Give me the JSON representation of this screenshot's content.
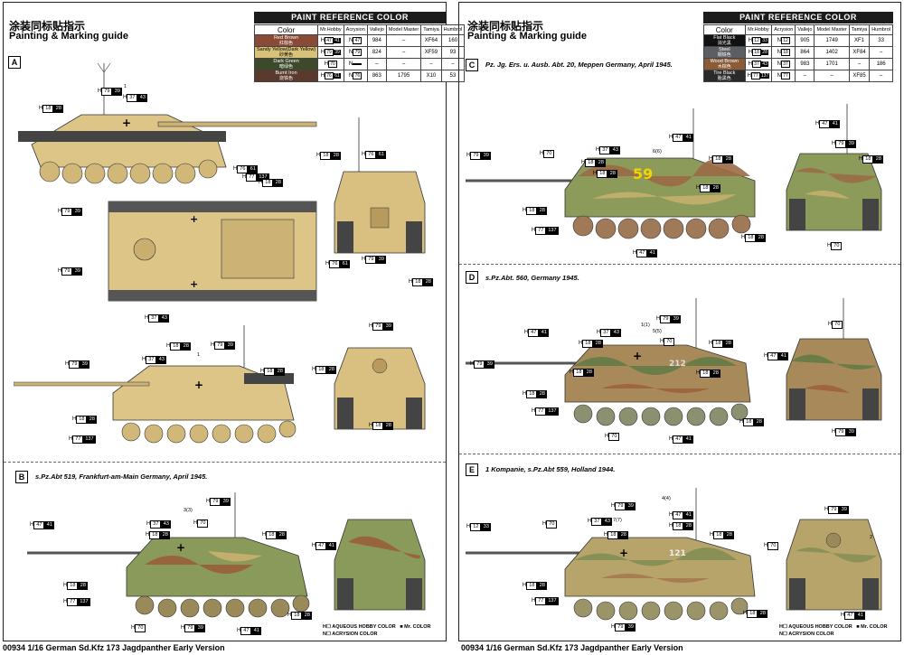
{
  "left": {
    "title_cn": "涂装同标贴指示",
    "title_en": "Painting & Marking guide",
    "footer": "00934 1/16 German Sd.Kfz 173 Jagdpanther Early Version",
    "paint_table": {
      "header": "PAINT  REFERENCE COLOR",
      "columns": [
        "Color",
        "Mr.Hobby",
        "Acrysion",
        "Vallejo",
        "Model Master",
        "Tamiya",
        "Humbrol"
      ],
      "rows": [
        {
          "name": "Red Brown",
          "cn": "红棕色",
          "color": "#8a4a36",
          "text_color": "#fff",
          "hobby": "47",
          "acry": "47",
          "vallejo": "984",
          "mm": "–",
          "tamiya": "XF64",
          "humbrol": "160"
        },
        {
          "name": "Sandy Yellow(Dark Yellow)",
          "cn": "砂黄色",
          "color": "#d8c27a",
          "text_color": "#000",
          "hobby": "79",
          "acry": "79",
          "vallejo": "824",
          "mm": "–",
          "tamiya": "XF59",
          "humbrol": "93"
        },
        {
          "name": "Dark Green",
          "cn": "暗绿色",
          "color": "#3d4a2a",
          "text_color": "#fff",
          "hobby": "70",
          "acry": "",
          "vallejo": "–",
          "mm": "–",
          "tamiya": "–",
          "humbrol": "–"
        },
        {
          "name": "Burnt Iron",
          "cn": "烧铁色",
          "color": "#5a3a2c",
          "text_color": "#fff",
          "hobby": "76",
          "acry": "76",
          "vallejo": "863",
          "mm": "1795",
          "tamiya": "X10",
          "humbrol": "53"
        }
      ]
    },
    "sections": [
      {
        "letter": "A",
        "caption": ""
      },
      {
        "letter": "B",
        "caption": "s.Pz.Abt 519, Frankfurt-am-Main Germany, April 1945."
      }
    ],
    "legend": {
      "hobby": "H☐ AQUEOUS HOBBY COLOR",
      "mr": "■ Mr. COLOR",
      "acry": "N☐ ACRYSION COLOR"
    }
  },
  "right": {
    "title_cn": "涂装同标贴指示",
    "title_en": "Painting & Marking guide",
    "footer": "00934 1/16 German Sd.Kfz 173 Jagdpanther Early Version",
    "paint_table": {
      "header": "PAINT  REFERENCE COLOR",
      "columns": [
        "Color",
        "Mr.Hobby",
        "Acrysion",
        "Vallejo",
        "Model Master",
        "Tamiya",
        "Humbrol"
      ],
      "rows": [
        {
          "name": "Flat Black",
          "cn": "消光黑",
          "color": "#111111",
          "text_color": "#fff",
          "hobby": "12",
          "hobby_b": "33",
          "acry": "12",
          "vallejo": "905",
          "mm": "1749",
          "tamiya": "XF1",
          "humbrol": "33"
        },
        {
          "name": "Steel",
          "cn": "钢铁色",
          "color": "#5b5e62",
          "text_color": "#fff",
          "hobby": "18",
          "hobby_b": "28",
          "acry": "18",
          "vallejo": "864",
          "mm": "1402",
          "tamiya": "XF84",
          "humbrol": "–"
        },
        {
          "name": "Wood Brown",
          "cn": "木棕色",
          "color": "#8b5a36",
          "text_color": "#fff",
          "hobby": "37",
          "hobby_b": "43",
          "acry": "37",
          "vallejo": "983",
          "mm": "1701",
          "tamiya": "–",
          "humbrol": "186"
        },
        {
          "name": "Tire Black",
          "cn": "胎黑色",
          "color": "#2a2a2a",
          "text_color": "#fff",
          "hobby": "77",
          "hobby_b": "137",
          "acry": "77",
          "vallejo": "–",
          "mm": "–",
          "tamiya": "XF85",
          "humbrol": "–"
        }
      ]
    },
    "sections": [
      {
        "letter": "C",
        "caption": "Pz. Jg. Ers. u. Ausb. Abt. 20, Meppen Germany, April 1945."
      },
      {
        "letter": "D",
        "caption": "s.Pz.Abt. 560, Germany 1945."
      },
      {
        "letter": "E",
        "caption": "1 Kompanie, s.Pz.Abt 559, Holland 1944."
      }
    ],
    "legend": {
      "hobby": "H☐ AQUEOUS HOBBY COLOR",
      "mr": "■ Mr. COLOR",
      "acry": "N☐ ACRYSION COLOR"
    }
  },
  "callouts": {
    "h79_39": [
      "79",
      "39"
    ],
    "h18_28": [
      "18",
      "28"
    ],
    "h37_43": [
      "37",
      "43"
    ],
    "h77_137": [
      "77",
      "137"
    ],
    "h76_61": [
      "76",
      "61"
    ],
    "h47_41": [
      "47",
      "41"
    ],
    "h70": [
      "70",
      ""
    ],
    "h12_33": [
      "12",
      "33"
    ]
  },
  "markings": {
    "c_number": "59",
    "d_number": "212",
    "e_number": "121",
    "decal_labels": [
      "1",
      "2",
      "3(3)",
      "6(6)",
      "1(1)",
      "5(5)",
      "4(4)",
      "7(7)"
    ]
  }
}
